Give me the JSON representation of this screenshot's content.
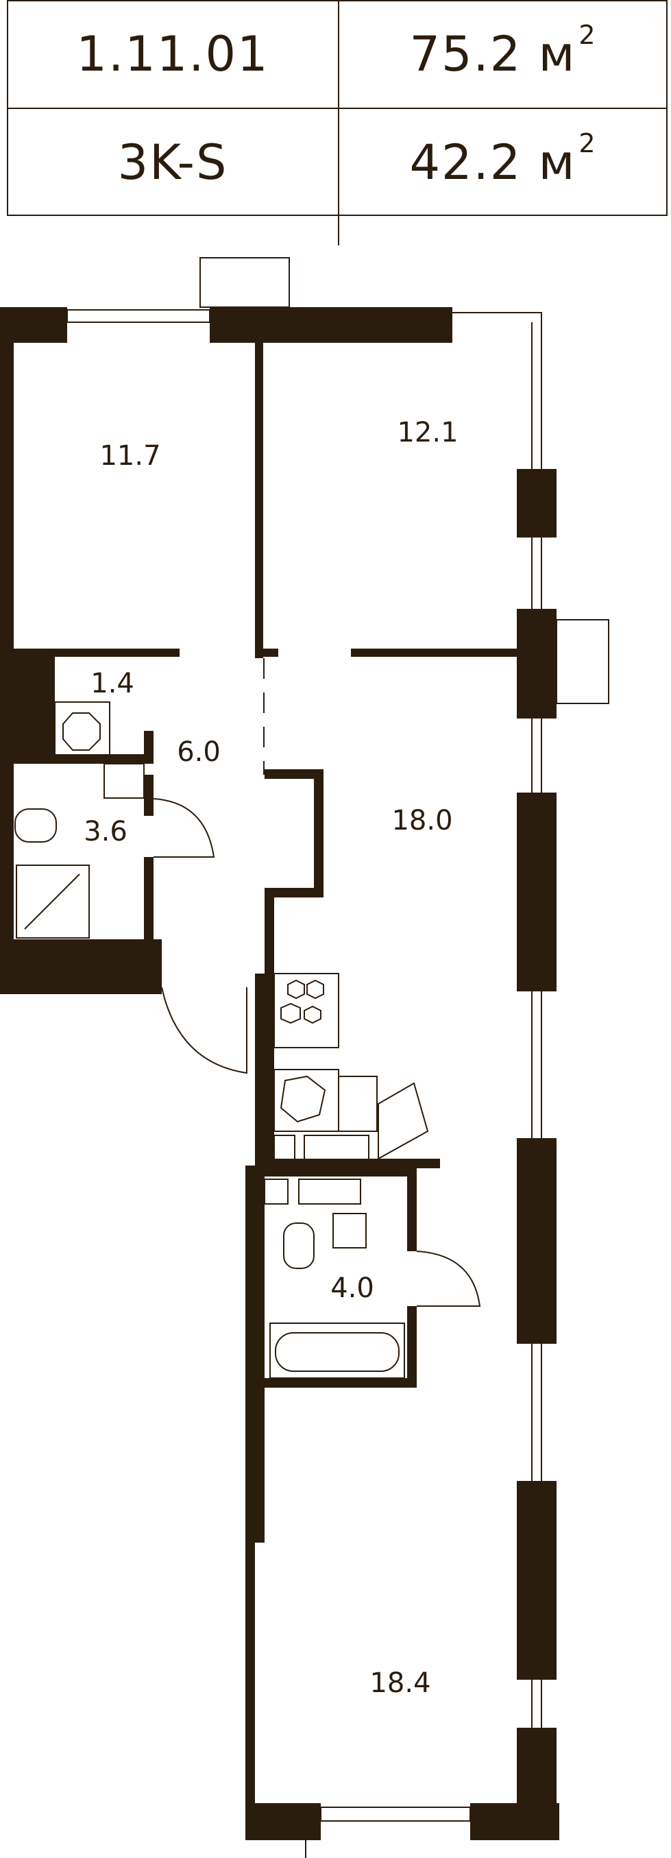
{
  "header": {
    "apartment_number": "1.11.01",
    "total_area": "75.2",
    "apartment_type": "3K-S",
    "living_area": "42.2",
    "area_unit": "м",
    "area_unit_sup": "2"
  },
  "rooms": {
    "bedroom_left": "11.7",
    "bedroom_right": "12.1",
    "laundry": "1.4",
    "hall": "6.0",
    "bathroom_small": "3.6",
    "living_kitchen": "18.0",
    "bathroom_large": "4.0",
    "bedroom_bottom": "18.4"
  },
  "colors": {
    "wall": "#2b1d0e",
    "line": "#2b1d0e",
    "background": "#ffffff"
  }
}
